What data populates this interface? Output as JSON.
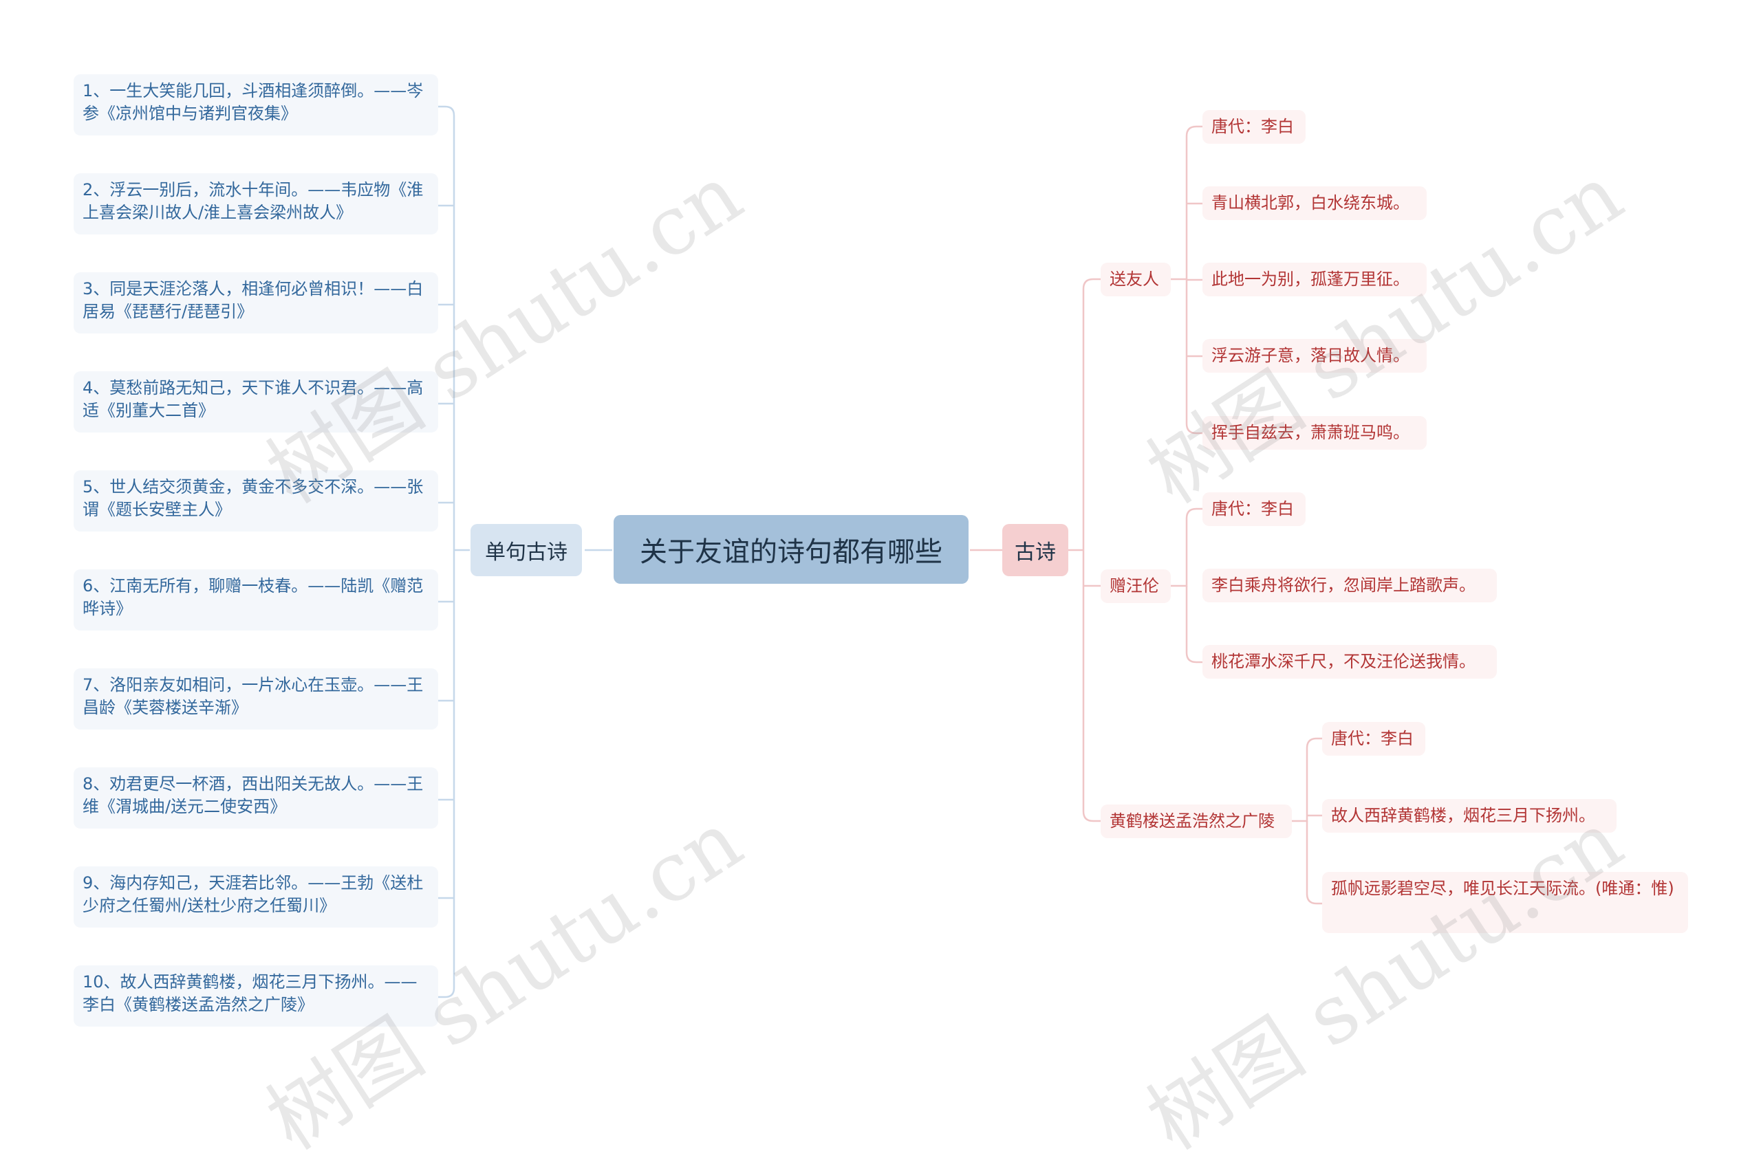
{
  "root": {
    "label": "关于友谊的诗句都有哪些"
  },
  "left_branch": {
    "label": "单句古诗",
    "items": [
      "1、一生大笑能几回，斗酒相逢须醉倒。——岑参《凉州馆中与诸判官夜集》",
      "2、浮云一别后，流水十年间。——韦应物《淮上喜会梁川故人/淮上喜会梁州故人》",
      "3、同是天涯沦落人，相逢何必曾相识！——白居易《琵琶行/琵琶引》",
      "4、莫愁前路无知己，天下谁人不识君。——高适《别董大二首》",
      "5、世人结交须黄金，黄金不多交不深。——张谓《题长安壁主人》",
      "6、江南无所有，聊赠一枝春。——陆凯《赠范晔诗》",
      "7、洛阳亲友如相问，一片冰心在玉壶。——王昌龄《芙蓉楼送辛渐》",
      "8、劝君更尽一杯酒，西出阳关无故人。——王维《渭城曲/送元二使安西》",
      "9、海内存知己，天涯若比邻。——王勃《送杜少府之任蜀州/送杜少府之任蜀川》",
      "10、故人西辞黄鹤楼，烟花三月下扬州。——李白《黄鹤楼送孟浩然之广陵》"
    ]
  },
  "right_branch": {
    "label": "古诗",
    "poems": [
      {
        "title": "送友人",
        "lines": [
          "唐代：李白",
          "青山横北郭，白水绕东城。",
          "此地一为别，孤蓬万里征。",
          "浮云游子意，落日故人情。",
          "挥手自兹去，萧萧班马鸣。"
        ]
      },
      {
        "title": "赠汪伦",
        "lines": [
          "唐代：李白",
          "李白乘舟将欲行，忽闻岸上踏歌声。",
          "桃花潭水深千尺，不及汪伦送我情。"
        ]
      },
      {
        "title": "黄鹤楼送孟浩然之广陵",
        "lines": [
          "唐代：李白",
          "故人西辞黄鹤楼，烟花三月下扬州。",
          "孤帆远影碧空尽，唯见长江天际流。(唯通：惟)"
        ]
      }
    ]
  },
  "watermark": "树图 shutu.cn",
  "colors": {
    "root_bg": "#a4c0da",
    "left_pill_bg": "#d7e4f1",
    "right_pill_bg": "#f5cfd0",
    "left_line": "#c6d8ea",
    "right_line": "#f0c6c7"
  }
}
